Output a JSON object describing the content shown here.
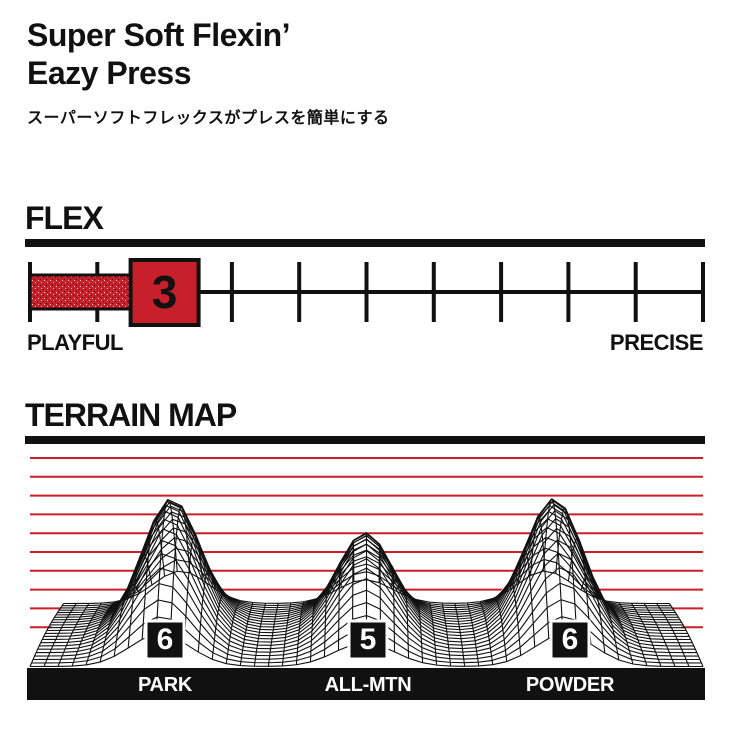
{
  "header": {
    "title_line1": "Super Soft Flexin’",
    "title_line2": "Eazy Press",
    "subtitle": "スーパーソフトフレックスがプレスを簡単にする"
  },
  "flex": {
    "heading": "FLEX",
    "value": 3,
    "value_label": "3",
    "scale_max": 11,
    "left_label": "PLAYFUL",
    "right_label": "PRECISE"
  },
  "terrain": {
    "heading": "TERRAIN MAP",
    "items": [
      {
        "label": "PARK",
        "score": "6"
      },
      {
        "label": "ALL-MTN",
        "score": "5"
      },
      {
        "label": "POWDER",
        "score": "6"
      }
    ]
  },
  "colors": {
    "accent_red": "#c8202a",
    "ink": "#111111"
  }
}
